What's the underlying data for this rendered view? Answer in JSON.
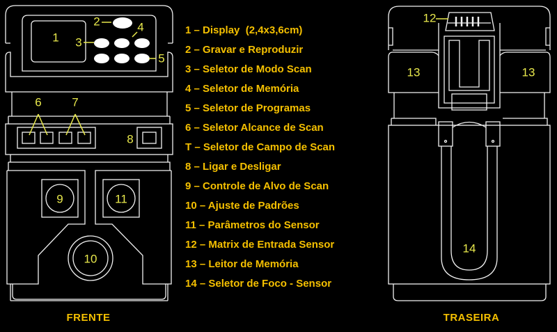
{
  "front": {
    "title": "FRENTE",
    "callouts": [
      "1",
      "2",
      "3",
      "4",
      "5",
      "6",
      "7",
      "8",
      "9",
      "10",
      "11"
    ]
  },
  "back": {
    "title": "TRASEIRA",
    "callouts": [
      "12",
      "13",
      "13",
      "14"
    ]
  },
  "legend": [
    "1 – Display  (2,4x3,6cm)",
    "2 – Gravar e Reproduzir",
    "3 – Seletor de Modo Scan",
    "4 – Seletor de Memória",
    "5 – Seletor de Programas",
    "6 – Seletor Alcance de Scan",
    "T – Seletor de Campo de Scan",
    "8 – Ligar e Desligar",
    "9 – Controle de Alvo de Scan",
    "10 – Ajuste de Padrões",
    "11 – Parâmetros do Sensor",
    "12 – Matrix de Entrada Sensor",
    "13 – Leitor de Memória",
    "14 – Seletor de Foco - Sensor"
  ],
  "colors": {
    "label": "#f5c000",
    "callout": "#e8e84c",
    "line": "#f2f2f2",
    "background": "#000000"
  }
}
